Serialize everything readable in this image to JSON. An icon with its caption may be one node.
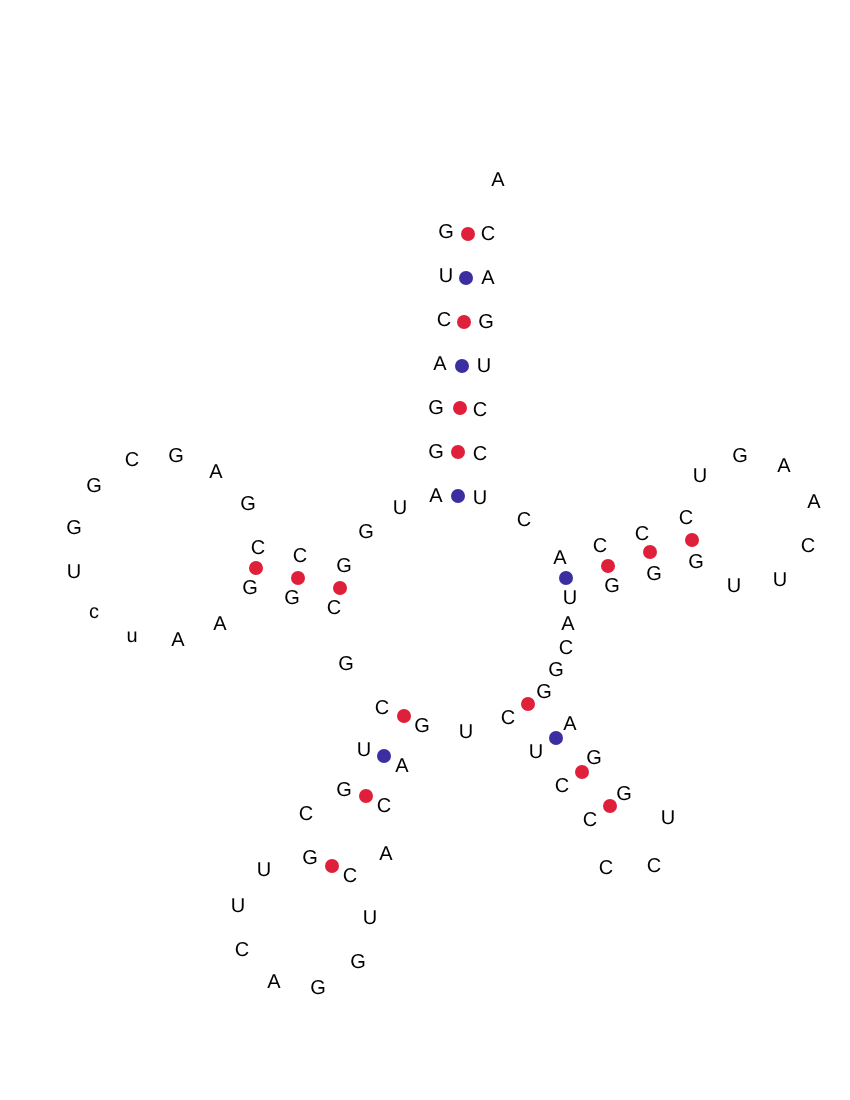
{
  "diagram": {
    "labels": [
      "A",
      "G",
      "C",
      "U",
      "A",
      "C",
      "G",
      "A",
      "U",
      "G",
      "C",
      "G",
      "C",
      "G",
      "G",
      "C",
      "A",
      "A",
      "U",
      "G",
      "A",
      "U",
      "A",
      "G",
      "U",
      "C",
      "C",
      "G",
      "G",
      "C",
      "C",
      "C",
      "C",
      "C",
      "A",
      "G",
      "G",
      "U",
      "G",
      "U",
      "G",
      "U",
      "G",
      "G",
      "U",
      "C",
      "c",
      "A",
      "A",
      "u",
      "A",
      "C",
      "G",
      "G",
      "G",
      "C",
      "C",
      "A",
      "G",
      "U",
      "U",
      "U",
      "G",
      "A",
      "C",
      "G",
      "G",
      "C",
      "C",
      "U",
      "C",
      "A",
      "G",
      "C",
      "C",
      "U",
      "C",
      "U",
      "U",
      "C",
      "G",
      "A",
      "G"
    ]
  }
}
